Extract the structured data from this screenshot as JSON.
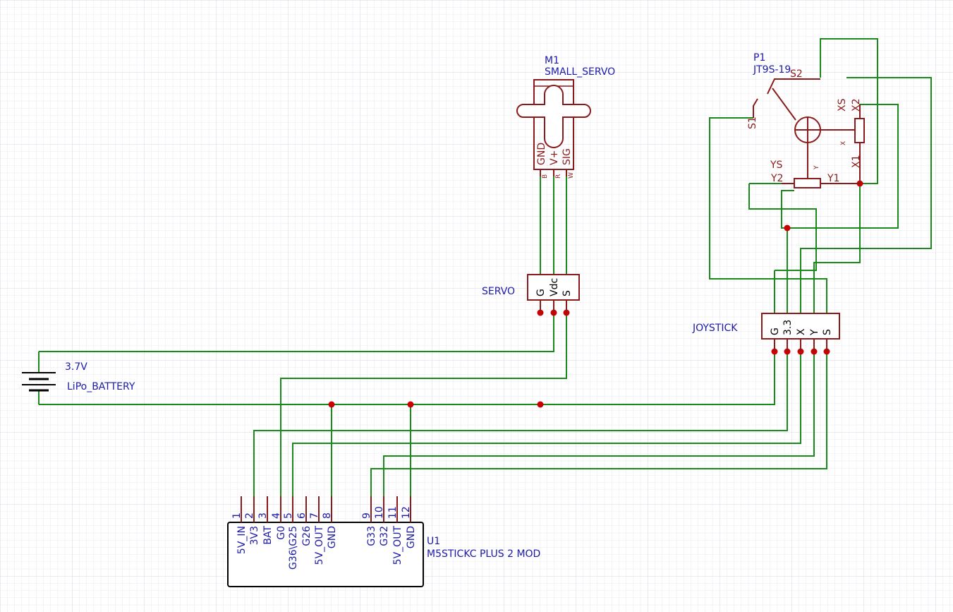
{
  "colors": {
    "background": "#ffffff",
    "grid": "#e6e6ec",
    "wire": "#1a8a1a",
    "symbol": "#8b1a1a",
    "junction": "#cc0000",
    "label_blue": "#1a1aa8",
    "module_outline": "#000000"
  },
  "servo_motor": {
    "ref": "M1",
    "value": "SMALL_SERVO",
    "pins": [
      "GND",
      "V+",
      "SIG"
    ],
    "wire_codes": [
      "B",
      "R",
      "W"
    ]
  },
  "servo_connector": {
    "label": "SERVO",
    "pins": [
      "G",
      "Vdc",
      "S"
    ]
  },
  "joystick_part": {
    "ref": "P1",
    "value": "JT9S-19",
    "switch_labels": [
      "S2",
      "S1"
    ],
    "pot_x_labels": [
      "XS",
      "X2",
      "X1"
    ],
    "pot_y_labels": [
      "YS",
      "Y2",
      "Y1"
    ],
    "axis_marks": [
      "X",
      "Y"
    ]
  },
  "joystick_connector": {
    "label": "JOYSTICK",
    "pins": [
      "G",
      "3.3",
      "X",
      "Y",
      "S"
    ]
  },
  "battery": {
    "value": "3.7V",
    "name": "LiPo_BATTERY"
  },
  "module": {
    "ref": "U1",
    "name": "M5STICKC PLUS 2 MOD",
    "pins": [
      {
        "num": "1",
        "name": "5V_IN"
      },
      {
        "num": "2",
        "name": "3V3"
      },
      {
        "num": "3",
        "name": "BAT"
      },
      {
        "num": "4",
        "name": "G0"
      },
      {
        "num": "5",
        "name": "G36\\G25"
      },
      {
        "num": "6",
        "name": "G26"
      },
      {
        "num": "7",
        "name": "5V_OUT"
      },
      {
        "num": "8",
        "name": "GND"
      },
      {
        "num": "9",
        "name": "G33"
      },
      {
        "num": "10",
        "name": "G32"
      },
      {
        "num": "11",
        "name": "5V_OUT"
      },
      {
        "num": "12",
        "name": "GND"
      }
    ]
  }
}
